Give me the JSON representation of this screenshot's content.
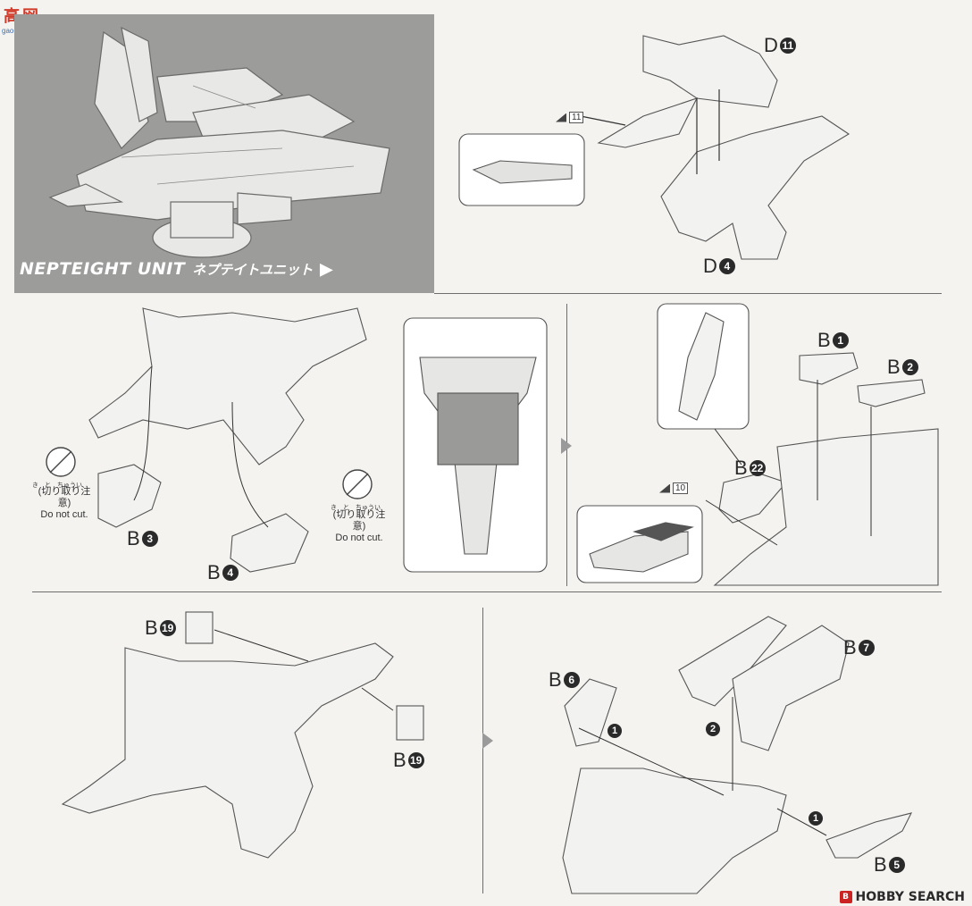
{
  "watermark_top": {
    "glyph": "高",
    "text": "网",
    "url_text": "gao-shan.com"
  },
  "hero": {
    "title_en": "NEPTEIGHT UNIT",
    "title_jp": "ネプテイトユニット",
    "tab_glyph": "▶"
  },
  "step1": {
    "label_top": {
      "letter": "D",
      "num": "11"
    },
    "label_bottom": {
      "letter": "D",
      "num": "4"
    },
    "part_ref": "11"
  },
  "step2": {
    "label_left": {
      "letter": "B",
      "num": "3"
    },
    "label_right": {
      "letter": "B",
      "num": "4"
    },
    "note_jp": "(切り取り注意)",
    "note_en": "Do not cut.",
    "note_ruby": "き　と　ちゅうい"
  },
  "step3": {
    "label_b1": {
      "letter": "B",
      "num": "1"
    },
    "label_b2": {
      "letter": "B",
      "num": "2"
    },
    "label_b22": {
      "letter": "B",
      "num": "22"
    },
    "part_ref": "10"
  },
  "step4": {
    "label_top": {
      "letter": "B",
      "num": "19"
    },
    "label_bottom": {
      "letter": "B",
      "num": "19"
    }
  },
  "step5": {
    "label_b6": {
      "letter": "B",
      "num": "6"
    },
    "label_b7": {
      "letter": "B",
      "num": "7"
    },
    "label_b5": {
      "letter": "B",
      "num": "5"
    },
    "order_1": "1",
    "order_2": "2",
    "order_3": "1"
  },
  "watermark_bottom": {
    "logo": "B",
    "text": "HOBBY SEARCH"
  },
  "colors": {
    "hero_bg": "#9c9c9a",
    "line": "#6d6d6d",
    "part_fill": "#f2f2f0",
    "part_shade": "#c9c9c7",
    "dark": "#2a2a2a"
  }
}
